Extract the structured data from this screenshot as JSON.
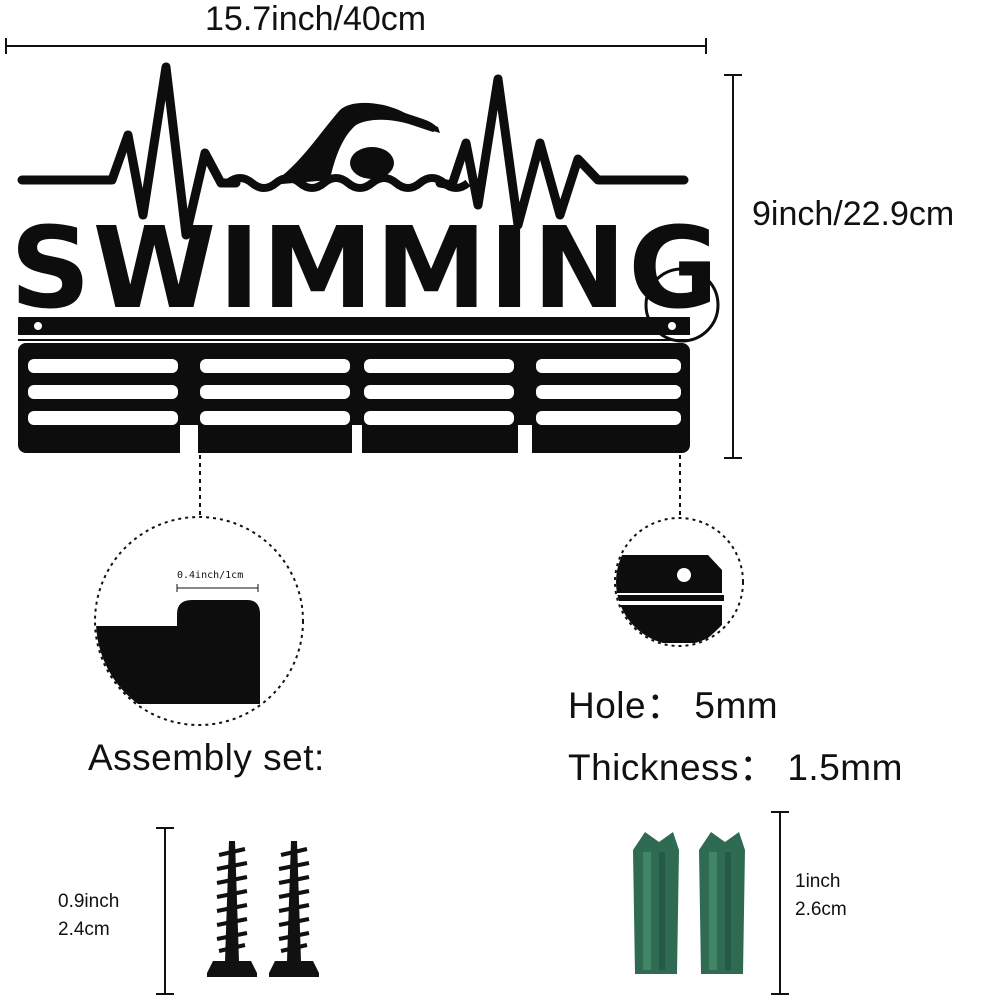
{
  "product": {
    "word": "SWIMMING"
  },
  "dimensions": {
    "width_label": "15.7inch/40cm",
    "height_label": "9inch/22.9cm",
    "tab_label": "0.4inch/1cm"
  },
  "specs": {
    "hole": "Hole：  5mm",
    "thickness": "Thickness：  1.5mm"
  },
  "assembly": {
    "title": "Assembly set:",
    "screw_size_line1": "0.9inch",
    "screw_size_line2": "2.4cm",
    "anchor_size_line1": "1inch",
    "anchor_size_line2": "2.6cm"
  },
  "colors": {
    "metal": "#0d0d0d",
    "anchor": "#2f6b52",
    "anchor_light": "#3f8566",
    "dots": "#111111"
  }
}
